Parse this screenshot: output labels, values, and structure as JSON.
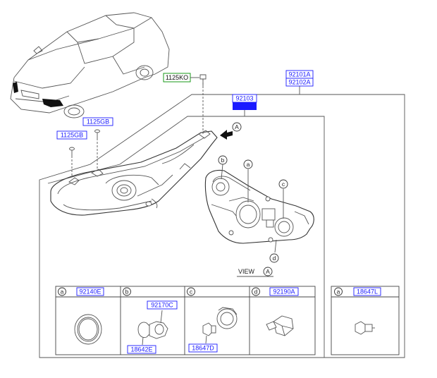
{
  "labels": {
    "main_assy_a": "92101A",
    "main_assy_b": "92102A",
    "sub_assy": "92103",
    "bolt_top": "1125KO",
    "screw_right": "1125GB",
    "screw_left": "1125GB"
  },
  "callouts": {
    "view_letter": "A",
    "arrow_letter": "A",
    "a": "a",
    "b": "b",
    "c": "c",
    "d": "d"
  },
  "view_label": "VIEW",
  "parts_table": {
    "cells": [
      {
        "letter": "a",
        "parts": [
          "92140E"
        ]
      },
      {
        "letter": "b",
        "parts": [
          "92170C",
          "18642E"
        ]
      },
      {
        "letter": "c",
        "parts": [
          "18647D"
        ]
      },
      {
        "letter": "d",
        "parts": [
          "92190A"
        ]
      }
    ],
    "extra_cell": {
      "letter": "a",
      "parts": [
        "18647L"
      ]
    }
  },
  "colors": {
    "label_border": "#1a1aff",
    "label_text": "#1a1aff",
    "highlight_fill": "#1a1aff",
    "green_border": "#1a9a1a"
  }
}
